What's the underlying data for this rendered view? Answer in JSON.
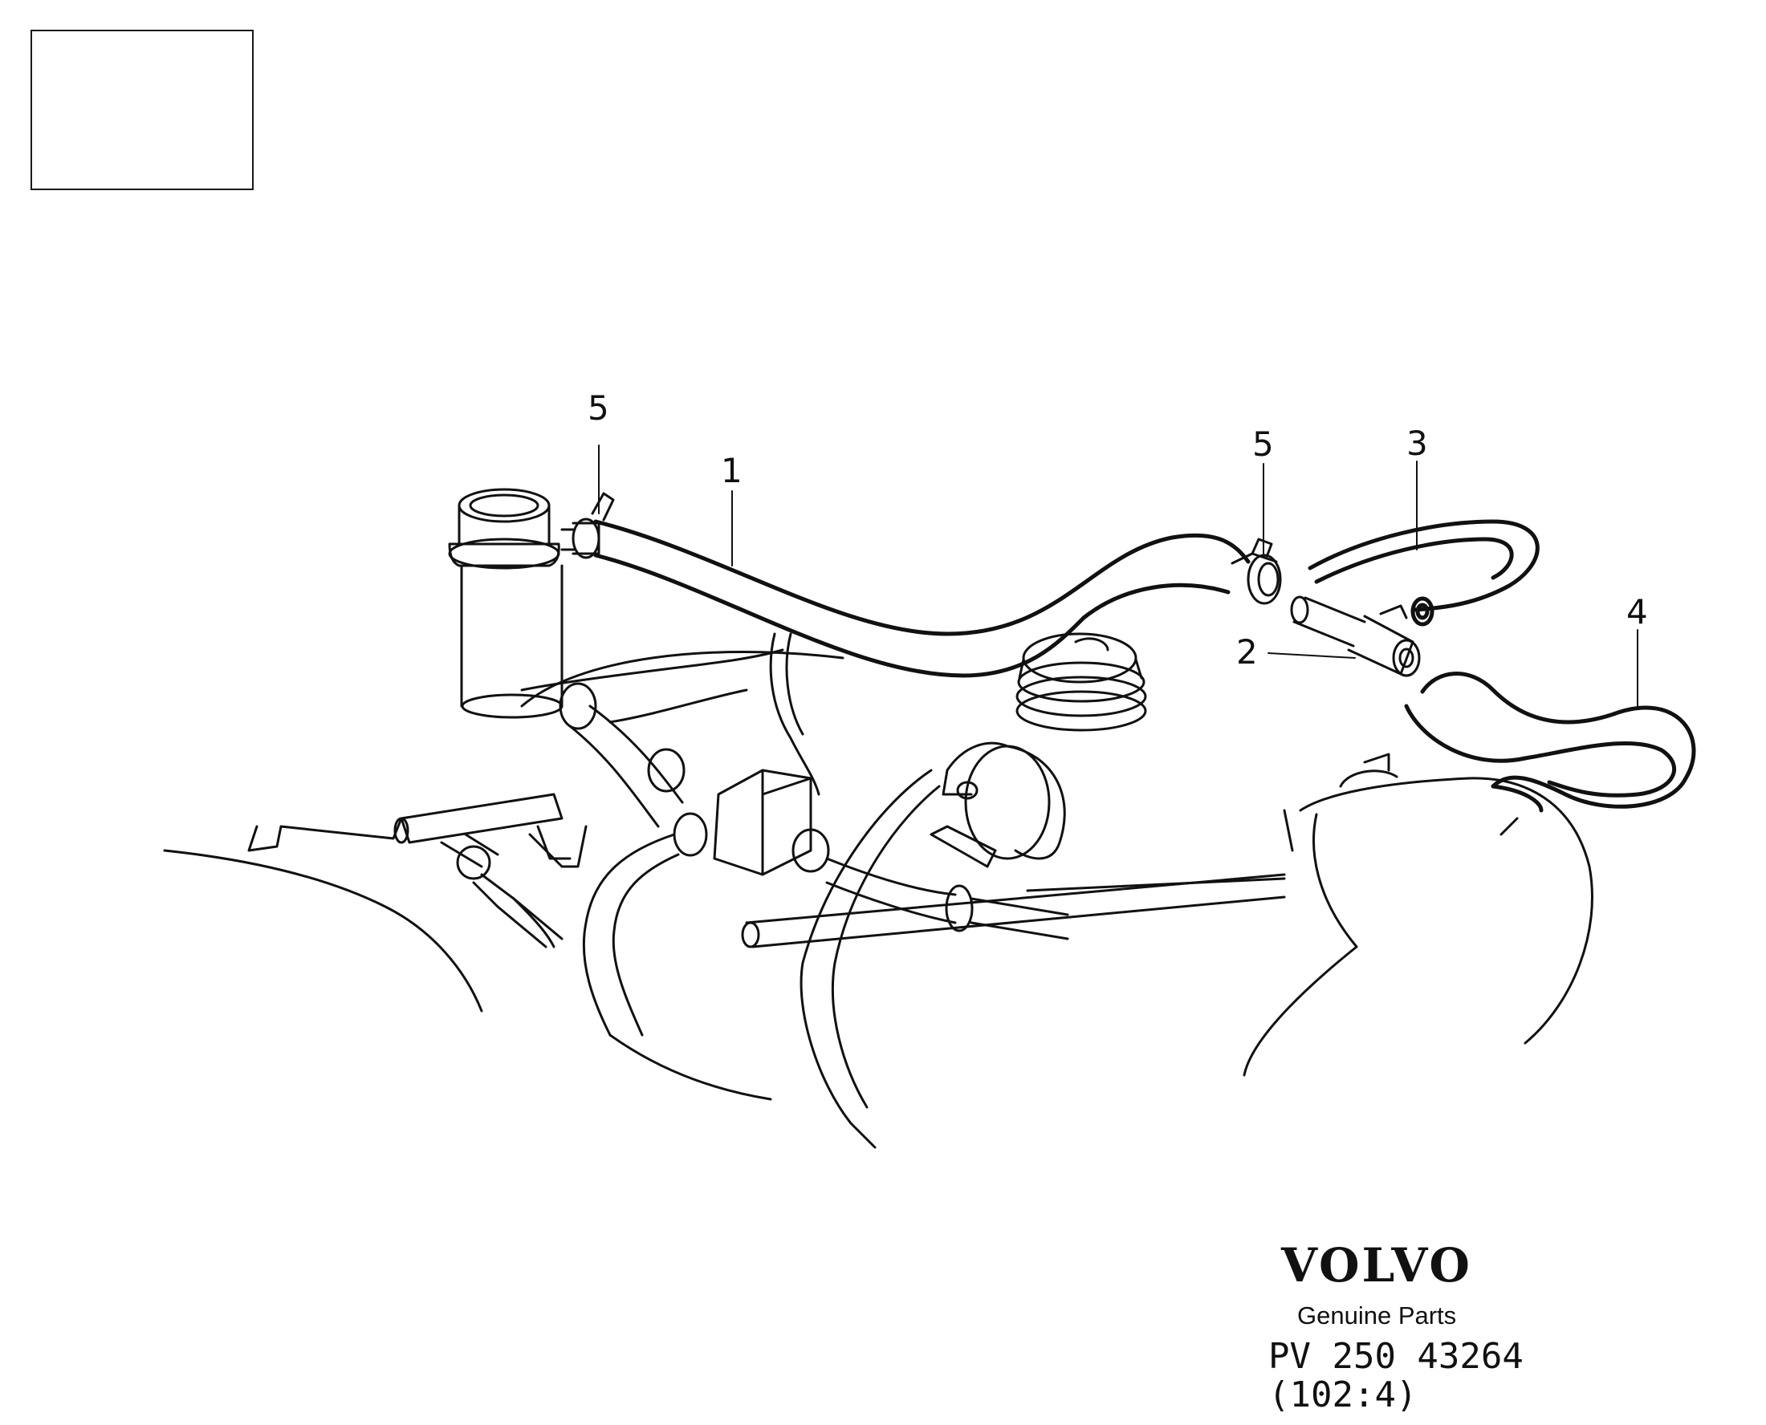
{
  "callouts": {
    "c5_left": "5",
    "c1": "1",
    "c5_right": "5",
    "c3": "3",
    "c2": "2",
    "c4": "4"
  },
  "footer": {
    "brand": "VOLVO",
    "tagline": "Genuine Parts",
    "part_number": "PV 250 43264",
    "reference": "(102:4)"
  },
  "colors": {
    "ink": "#111111",
    "paper": "#ffffff"
  }
}
